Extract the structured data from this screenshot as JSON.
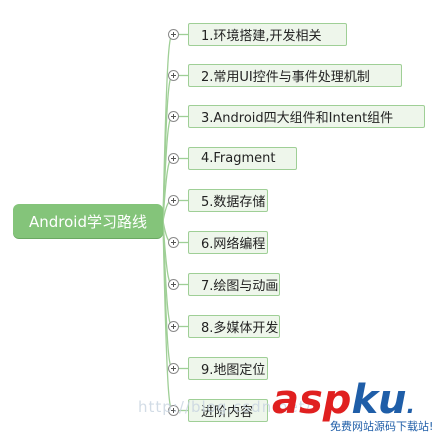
{
  "root": {
    "label": "Android学习路线"
  },
  "branches": [
    {
      "label": "1.环境搭建,开发相关"
    },
    {
      "label": "2.常用UI控件与事件处理机制"
    },
    {
      "label": "3.Android四大组件和Intent组件"
    },
    {
      "label": "4.Fragment"
    },
    {
      "label": "5.数据存储"
    },
    {
      "label": "6.网络编程"
    },
    {
      "label": "7.绘图与动画"
    },
    {
      "label": "8.多媒体开发"
    },
    {
      "label": "9.地图定位"
    },
    {
      "label": "进阶内容"
    }
  ],
  "watermark": {
    "text": "http://blog.csdn.net/"
  },
  "logo": {
    "brand_red": "asp",
    "brand_blue": "ku",
    "dot": ".",
    "tagline": "免费网站源码下载站!"
  },
  "colors": {
    "branch_line": "#9fcf96",
    "root_fill": "#84c47a"
  }
}
